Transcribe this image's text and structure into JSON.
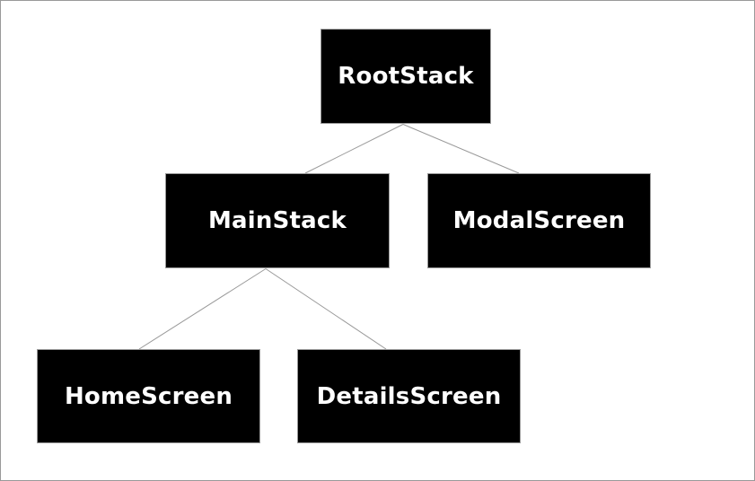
{
  "diagram": {
    "type": "tree",
    "title": "navigation-stack-hierarchy",
    "nodes": [
      {
        "id": "root",
        "label": "RootStack"
      },
      {
        "id": "main",
        "label": "MainStack"
      },
      {
        "id": "modal",
        "label": "ModalScreen"
      },
      {
        "id": "home",
        "label": "HomeScreen"
      },
      {
        "id": "details",
        "label": "DetailsScreen"
      }
    ],
    "edges": [
      {
        "from": "RootStack",
        "to": "MainStack"
      },
      {
        "from": "RootStack",
        "to": "ModalScreen"
      },
      {
        "from": "MainStack",
        "to": "HomeScreen"
      },
      {
        "from": "MainStack",
        "to": "DetailsScreen"
      }
    ],
    "colors": {
      "node_fill": "#000000",
      "node_text": "#ffffff",
      "node_stroke": "#9a9a9a",
      "edge": "#999999",
      "background": "#ffffff",
      "frame_border": "#999999"
    }
  }
}
